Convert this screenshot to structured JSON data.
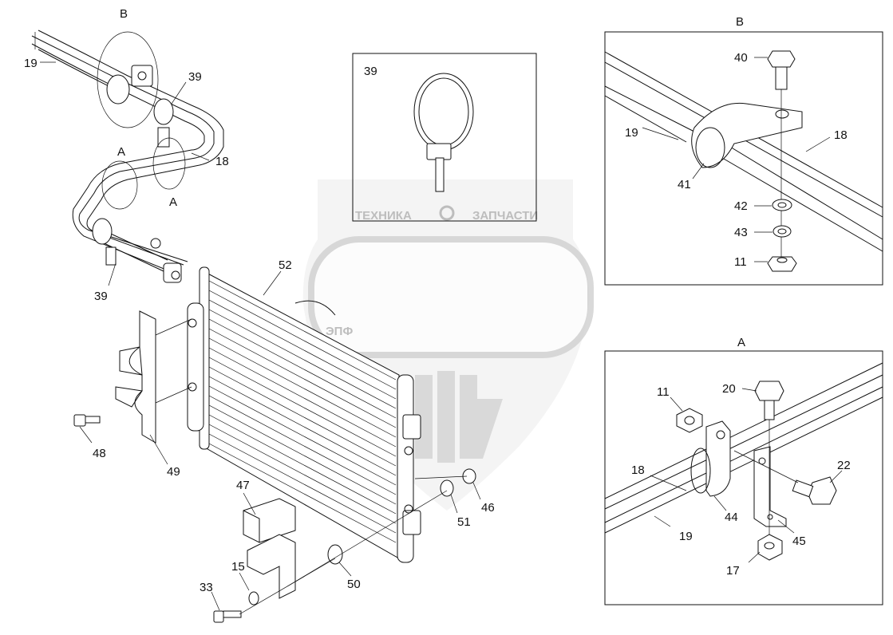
{
  "watermark": {
    "line1_left": "ТЕХНИКА",
    "line1_right": "ЗАПЧАСТИ",
    "logo_text": "ЭПФ"
  },
  "views": {
    "detail_b_title": "B",
    "detail_a_title": "A",
    "inset_39_title": "39",
    "main_b_label": "B",
    "main_a_label_1": "A",
    "main_a_label_2": "A"
  },
  "callouts_main": {
    "c19": "19",
    "c39_top": "39",
    "c18": "18",
    "c39_bottom": "39",
    "c52": "52",
    "c48": "48",
    "c49": "49",
    "c47": "47",
    "c15": "15",
    "c33": "33",
    "c50": "50",
    "c51": "51",
    "c46": "46"
  },
  "callouts_b": {
    "c40": "40",
    "c19": "19",
    "c18": "18",
    "c41": "41",
    "c42": "42",
    "c43": "43",
    "c11": "11"
  },
  "callouts_a": {
    "c11": "11",
    "c20": "20",
    "c22": "22",
    "c18": "18",
    "c44": "44",
    "c19": "19",
    "c45": "45",
    "c17": "17"
  }
}
